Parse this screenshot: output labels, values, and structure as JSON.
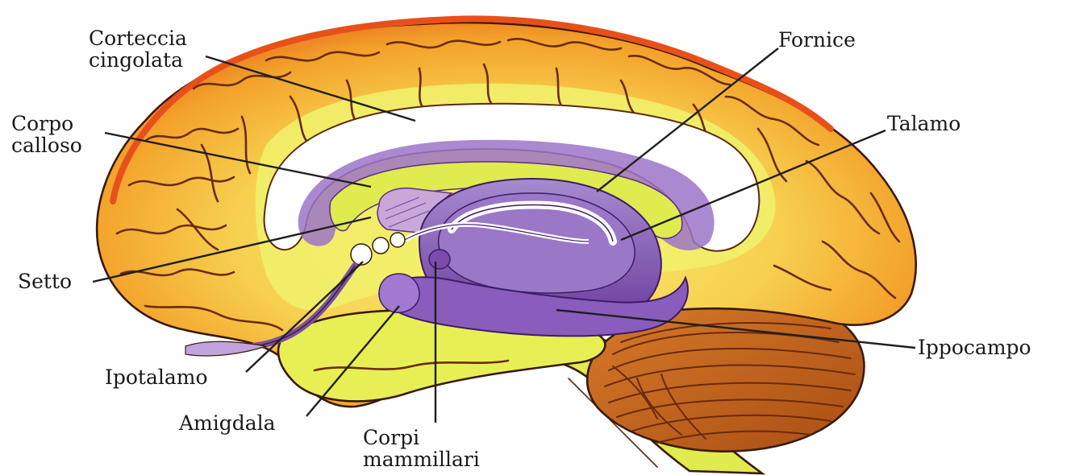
{
  "diagram": {
    "colors": {
      "cortex_outer": "#f3a12a",
      "cortex_rim": "#e8641d",
      "cortex_inner": "#fbe778",
      "cortex_light": "#eef06a",
      "limbic_white": "#ffffff",
      "limbic_purple": "#8d5fb8",
      "limbic_dark": "#5b2f8a",
      "cerebellum": "#c4621e",
      "brainstem": "#dfeb4e"
    },
    "labels": {
      "corteccia_cingolata": "Corteccia\ncingolata",
      "corpo_calloso": "Corpo\ncalloso",
      "setto": "Setto",
      "ipotalamo": "Ipotalamo",
      "amigdala": "Amigdala",
      "corpi_mammillari": "Corpi\nmammillari",
      "fornice": "Fornice",
      "talamo": "Talamo",
      "ippocampo": "Ippocampo"
    }
  }
}
